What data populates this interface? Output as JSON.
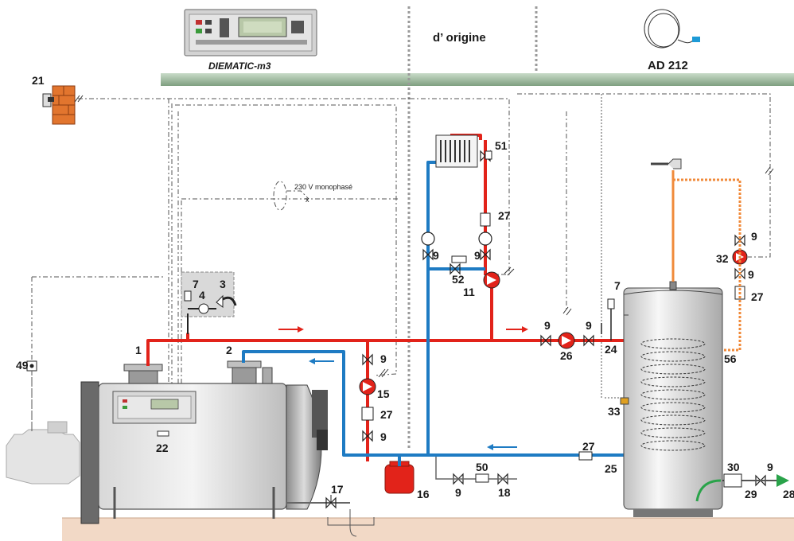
{
  "header": {
    "controller_caption": "DIEMATIC-m3",
    "origin_caption": "d’ origine",
    "sensor_caption": "AD 212"
  },
  "notes": {
    "power_supply": "230 V monophasé",
    "cross_mark": "x"
  },
  "labels": {
    "l1": "1",
    "l2": "2",
    "l3": "3",
    "l4": "4",
    "l7a": "7",
    "l7b": "7",
    "l9a": "9",
    "l9b": "9",
    "l9c": "9",
    "l9d": "9",
    "l9e": "9",
    "l9f": "9",
    "l9g": "9",
    "l9h": "9",
    "l9i": "9",
    "l9j": "9",
    "l11": "11",
    "l15": "15",
    "l16": "16",
    "l17": "17",
    "l18": "18",
    "l21": "21",
    "l22": "22",
    "l24": "24",
    "l25": "25",
    "l26": "26",
    "l27a": "27",
    "l27b": "27",
    "l27c": "27",
    "l27d": "27",
    "l28": "28",
    "l29": "29",
    "l30": "30",
    "l32": "32",
    "l33": "33",
    "l49": "49",
    "l50": "50",
    "l51": "51",
    "l52": "52",
    "l56": "56"
  },
  "colors": {
    "flow": "#e2231a",
    "return": "#1e7bc3",
    "dhw": "#f08a3a",
    "ground": "#f2d9c6",
    "duct": "#9bb89b"
  }
}
